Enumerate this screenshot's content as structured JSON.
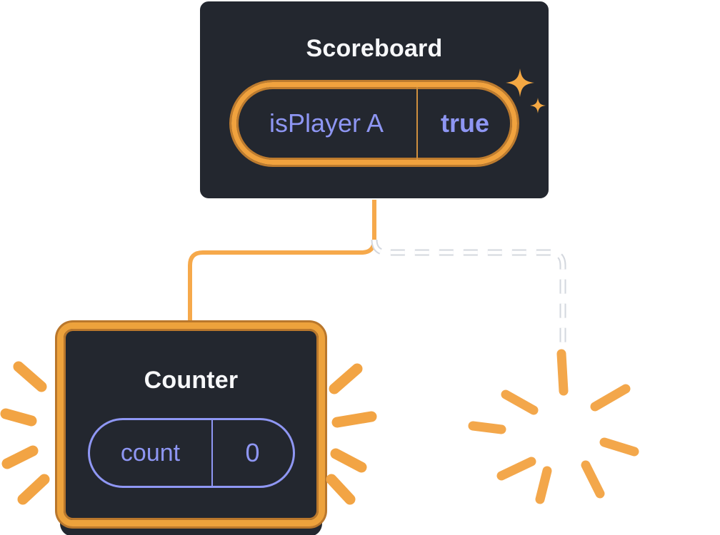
{
  "diagram": {
    "scoreboard": {
      "title": "Scoreboard",
      "pill": {
        "key": "isPlayer A",
        "value": "true"
      }
    },
    "counter": {
      "title": "Counter",
      "pill": {
        "key": "count",
        "value": "0"
      }
    },
    "icons": {
      "sparkle": "sparkle-icon",
      "burst": "burst-icon",
      "emphasis_rays": "emphasis-rays-icon"
    },
    "colors": {
      "card_bg": "#23272f",
      "card_border_white": "#ffffff",
      "highlight_orange": "#eda23c",
      "highlight_orange_dark": "#b9772c",
      "connector_orange": "#f6a94b",
      "state_lavender": "#8e96f3",
      "dashed_line_white": "#ffffff"
    }
  }
}
